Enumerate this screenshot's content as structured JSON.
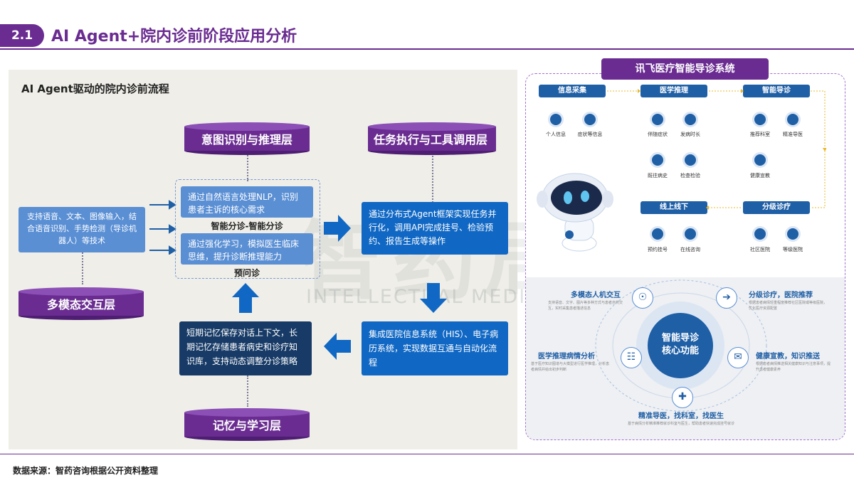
{
  "header": {
    "section_number": "2.1",
    "title": "AI Agent+院内诊前阶段应用分析"
  },
  "left": {
    "heading": "AI Agent驱动的院内诊前流程",
    "watermark": "智药局",
    "watermark_en": "INTELLECTUAL MEDICINE",
    "layers": {
      "intent": "意图识别与推理层",
      "task": "任务执行与工具调用层",
      "multimodal": "多模态交互层",
      "memory": "记忆与学习层"
    },
    "input_box": "支持语音、文本、图像输入，结合语音识别、手势检测（导诊机器人）等技术",
    "nlp_box": "通过自然语言处理NLP，识别患者主诉的核心需求",
    "nlp_label": "智能分诊-智能分诊",
    "rl_box": "通过强化学习，模拟医生临床思维，提升诊断推理能力",
    "rl_label": "预问诊",
    "task_box": "通过分布式Agent框架实现任务并行化，调用API完成挂号、检验预约、报告生成等操作",
    "his_box": "集成医院信息系统（HIS）、电子病历系统，实现数据互通与自动化流程",
    "memory_box": "短期记忆保存对话上下文，长期记忆存储患者病史和诊疗知识库，支持动态调整分诊策略"
  },
  "right": {
    "title": "讯飞医疗智能导诊系统",
    "steps": [
      "信息采集",
      "医学推理",
      "智能导诊",
      "线上线下",
      "分级诊疗"
    ],
    "icons": {
      "info": [
        "个人信息",
        "症状等信息"
      ],
      "reasoning": [
        "伴随症状",
        "发病时长",
        "既往病史",
        "检查检验"
      ],
      "guide": [
        "推荐科室",
        "精准导医",
        "健康宣教"
      ],
      "online": [
        "预约挂号",
        "在线咨询"
      ],
      "tier": [
        "社区医院",
        "等级医院"
      ]
    },
    "core": {
      "center": "智能导诊核心功能",
      "f1_title": "多模态人机交互",
      "f1_desc": "支持语音、文字、图片等多种方式与患者自然交互，实时采集患者描述信息",
      "f2_title": "分级诊疗，医院推荐",
      "f2_desc": "根据患者病情轻重程度推荐社区医院或等级医院，优化医疗资源配置",
      "f3_title": "医学推理病情分析",
      "f3_desc": "基于医疗知识图谱与大模型进行医学推理，分析患者病情并给出初步判断",
      "f4_title": "健康宣教，知识推送",
      "f4_desc": "根据患者病情推送相关健康知识与注意事项，提升患者健康素养",
      "f5_title": "精准导医，找科室，找医生",
      "f5_desc": "基于病情分析精准推荐就诊科室与医生，帮助患者快速完成挂号就诊"
    }
  },
  "footer": {
    "source": "数据来源：智药咨询根据公开资料整理"
  },
  "colors": {
    "purple": "#6a2c91",
    "blue": "#1168c4",
    "navy": "#173a66",
    "light_blue": "#5a8fd4"
  }
}
